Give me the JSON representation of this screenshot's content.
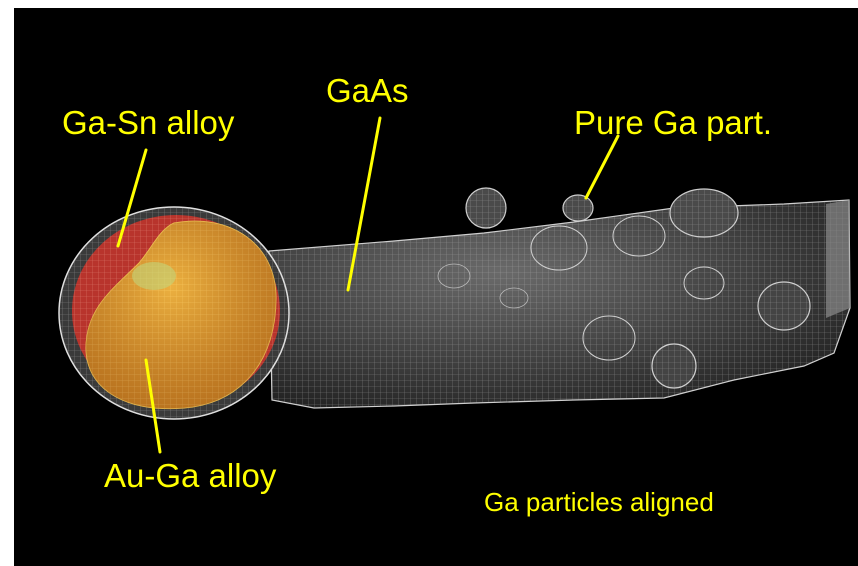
{
  "labels": {
    "gasn": "Ga-Sn alloy",
    "gaas": "GaAs",
    "pure_ga": "Pure Ga part.",
    "auga": "Au-Ga alloy",
    "aligned": "Ga particles aligned"
  },
  "colors": {
    "background": "#000000",
    "label": "#ffff00",
    "pointer": "#ffff00",
    "mesh": "#9a9a9a",
    "gasn_region": "#c8403a",
    "auga_region": "#e2a030"
  }
}
